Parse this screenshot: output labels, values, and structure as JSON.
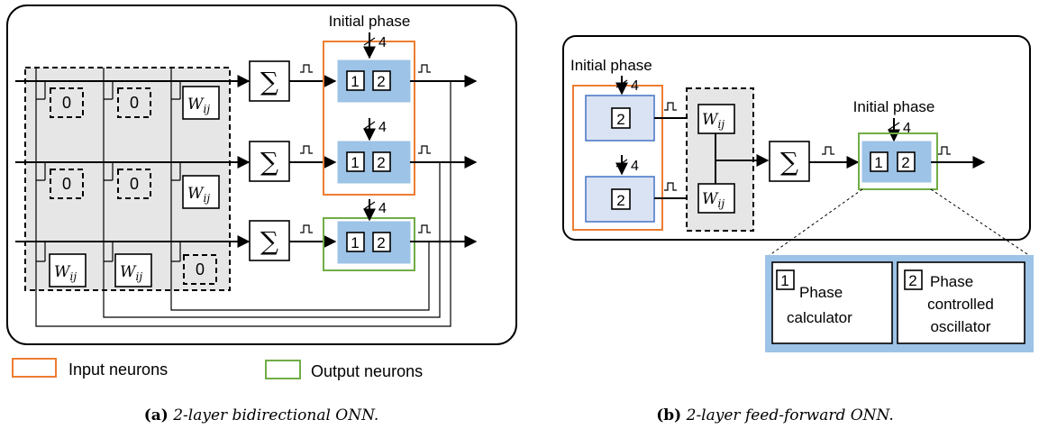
{
  "panel_a": {
    "initial_phase": "Initial phase",
    "bus_width": "4",
    "zero": "0",
    "weight_label": "W",
    "weight_sub": "ij",
    "sum_symbol": "∑",
    "block_1": "1",
    "block_2": "2",
    "caption_bold": "(a)",
    "caption_text": "2-layer bidirectional ONN."
  },
  "legend": {
    "input_neurons": "Input neurons",
    "output_neurons": "Output neurons",
    "input_color": "#ed7d31",
    "output_color": "#70ad47"
  },
  "panel_b": {
    "initial_phase_left": "Initial  phase",
    "initial_phase_right": "Initial phase",
    "bus_width": "4",
    "weight_label": "W",
    "weight_sub": "ij",
    "sum_symbol": "∑",
    "block_1": "1",
    "block_2": "2",
    "detail_1_num": "1",
    "detail_1_line1": "Phase",
    "detail_1_line2": "calculator",
    "detail_2_num": "2",
    "detail_2_line1": "Phase",
    "detail_2_line2": "controlled",
    "detail_2_line3": "oscillator",
    "caption_bold": "(b)",
    "caption_text": "2-layer feed-forward ONN."
  }
}
